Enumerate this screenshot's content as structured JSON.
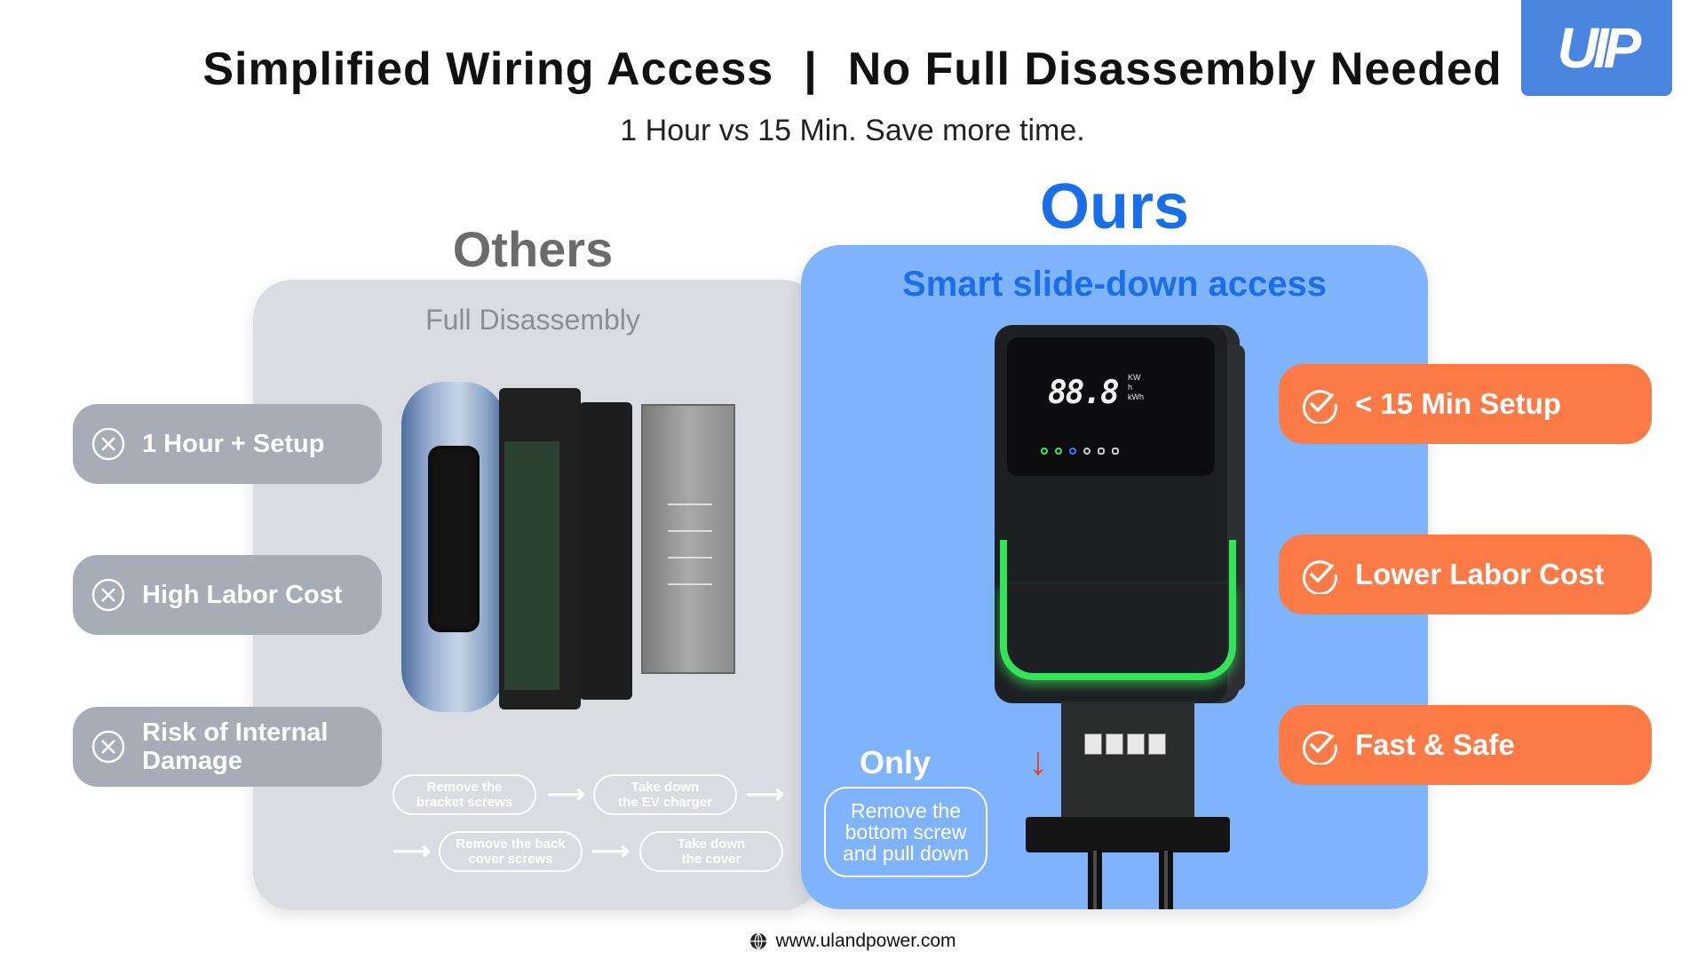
{
  "logo": {
    "text": "UIP"
  },
  "header": {
    "title_left": "Simplified Wiring Access",
    "separator": "|",
    "title_right": "No Full Disassembly Needed",
    "subtitle": "1 Hour vs 15 Min.  Save more time."
  },
  "others": {
    "heading": "Others",
    "subheading": "Full Disassembly",
    "drawbacks": [
      {
        "label": "1 Hour + Setup",
        "icon": "x-circle-icon"
      },
      {
        "label": "High Labor Cost",
        "icon": "x-circle-icon"
      },
      {
        "label": "Risk of Internal Damage",
        "icon": "x-circle-icon"
      }
    ],
    "steps": [
      {
        "line1": "Remove the",
        "line2": "bracket screws"
      },
      {
        "line1": "Take down",
        "line2": "the EV charger"
      },
      {
        "line1": "Remove the back",
        "line2": "cover screws"
      },
      {
        "line1": "Take down",
        "line2": "the cover"
      }
    ]
  },
  "ours": {
    "heading": "Ours",
    "subheading": "Smart slide-down access",
    "benefits": [
      {
        "label": "< 15 Min Setup",
        "icon": "check-circle-icon"
      },
      {
        "label": "Lower Labor Cost",
        "icon": "check-circle-icon"
      },
      {
        "label": "Fast & Safe",
        "icon": "check-circle-icon"
      }
    ],
    "only_label": "Only",
    "only_text": {
      "line1": "Remove the",
      "line2": "bottom screw",
      "line3": "and pull down"
    },
    "display": {
      "digits": "88.8",
      "units": [
        "KW",
        "h",
        "kWh"
      ]
    }
  },
  "colors": {
    "accent_blue": "#1a6fe8",
    "panel_blue": "#7fb3fb",
    "panel_gray": "#d9dde2",
    "good_orange": "#fb7a45",
    "bad_gray": "#a7adb6",
    "led_green": "#35e35a"
  },
  "footer": {
    "url": "www.ulandpower.com",
    "icon": "globe-icon"
  }
}
